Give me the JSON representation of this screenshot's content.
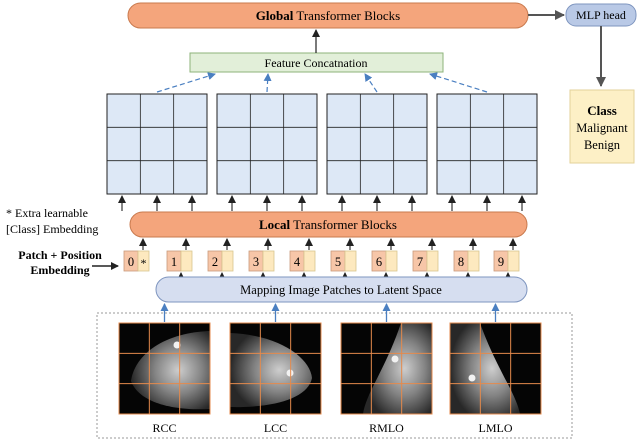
{
  "global_block": {
    "bold": "Global",
    "rest": " Transformer Blocks"
  },
  "mlp_head": "MLP head",
  "feature_concat": "Feature Concatnation",
  "class_box": {
    "title": "Class",
    "line1": "Malignant",
    "line2": "Benign"
  },
  "extra_note": {
    "line1": "* Extra learnable",
    "line2": "[Class] Embedding"
  },
  "patch_position": {
    "line1": "Patch + Position",
    "line2": "Embedding"
  },
  "local_block": {
    "bold": "Local",
    "rest": " Transformer Blocks"
  },
  "mapping": "Mapping Image Patches to Latent Space",
  "tokens": [
    "0",
    "1",
    "2",
    "3",
    "4",
    "5",
    "6",
    "7",
    "8",
    "9"
  ],
  "class_token_mark": "*",
  "views": [
    "RCC",
    "LCC",
    "RMLO",
    "LMLO"
  ],
  "colors": {
    "orange": "#f4a57c",
    "orange_stroke": "#c97a4e",
    "mlp_blue": "#b9c9e6",
    "mapping_blue": "#d6def0",
    "grid_fill": "#dde8f6",
    "concat_green": "#e2efd9",
    "class_yellow": "#fdf0c6",
    "token_orange": "#f7c6a8",
    "token_yellow": "#fde9bf",
    "arrow_blue": "#4a7fc1",
    "patch_line": "#e58a4c"
  }
}
